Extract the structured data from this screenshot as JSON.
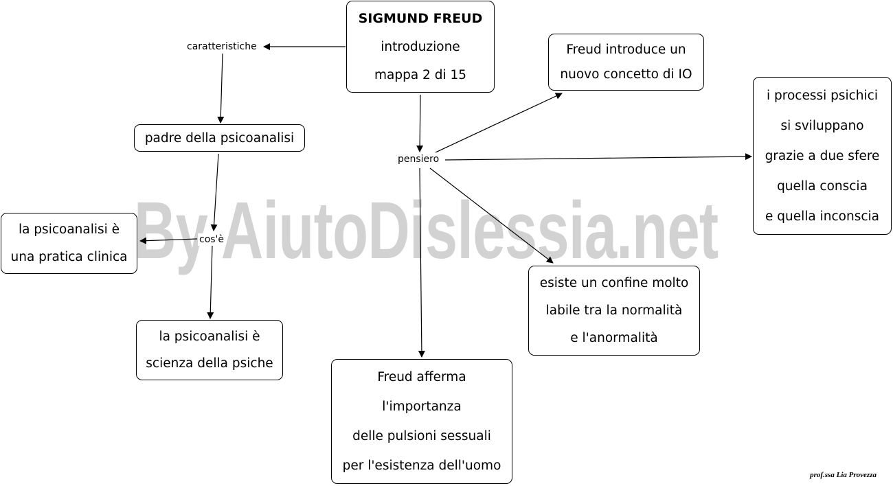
{
  "watermark": "By AiutoDislessia.net",
  "signature": "prof.ssa Lia Provezza",
  "nodes": {
    "root": {
      "l1": "SIGMUND  FREUD",
      "l2": "introduzione",
      "l3": "mappa 2 di 15"
    },
    "padre": {
      "l1": "padre della psicoanalisi"
    },
    "pratica": {
      "l1": "la psicoanalisi è",
      "l2": "una pratica clinica"
    },
    "scienza": {
      "l1": "la psicoanalisi è",
      "l2": "scienza della psiche"
    },
    "io": {
      "l1": "Freud introduce un",
      "l2": "nuovo concetto di IO"
    },
    "processi": {
      "l1": "i processi psichici",
      "l2": "si sviluppano",
      "l3": "grazie a due sfere",
      "l4": "quella conscia",
      "l5": "e quella inconscia"
    },
    "confine": {
      "l1": "esiste un confine molto",
      "l2": "labile tra la normalità",
      "l3": "e l'anormalità"
    },
    "pulsioni": {
      "l1": "Freud afferma",
      "l2": "l'importanza",
      "l3": "delle pulsioni sessuali",
      "l4": "per l'esistenza dell'uomo"
    }
  },
  "links": {
    "caratteristiche": "caratteristiche",
    "pensiero": "pensiero",
    "cose": "cos'è"
  }
}
